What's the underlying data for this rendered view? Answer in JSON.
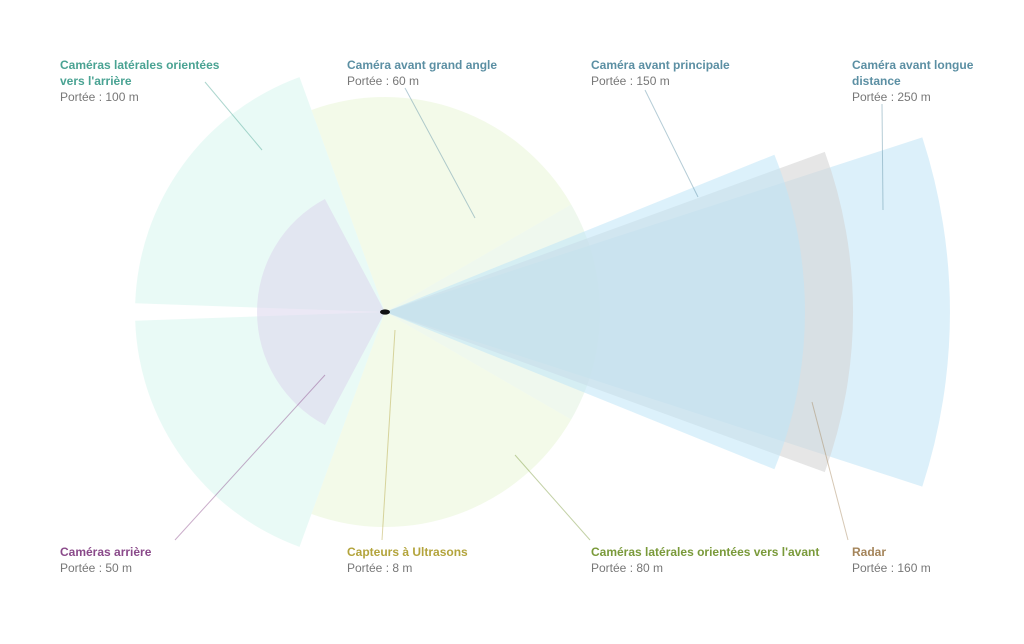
{
  "sensors": [
    {
      "id": "side-rear",
      "title": "Caméras latérales orientées vers l'arrière",
      "range_label": "Portée : 100 m",
      "range_m": 100,
      "color": "#4aa393",
      "fill": "#d7f6ee"
    },
    {
      "id": "wide",
      "title": "Caméra avant grand angle",
      "range_label": "Portée : 60 m",
      "range_m": 60,
      "color": "#5b8fa3",
      "fill": "#c9e8c6"
    },
    {
      "id": "main",
      "title": "Caméra avant principale",
      "range_label": "Portée : 150 m",
      "range_m": 150,
      "color": "#5b8fa3",
      "fill": "#bfe6f7"
    },
    {
      "id": "long",
      "title": "Caméra avant longue distance",
      "range_label": "Portée : 250 m",
      "range_m": 250,
      "color": "#5b8fa3",
      "fill": "#bfe3f6"
    },
    {
      "id": "rear",
      "title": "Caméras arrière",
      "range_label": "Portée : 50 m",
      "range_m": 50,
      "color": "#8a4a8a",
      "fill": "#ddd9ee"
    },
    {
      "id": "ultra",
      "title": "Capteurs à Ultrasons",
      "range_label": "Portée : 8 m",
      "range_m": 8,
      "color": "#b3a43c",
      "fill": "#f2ecb0"
    },
    {
      "id": "side-front",
      "title": "Caméras latérales orientées vers l'avant",
      "range_label": "Portée : 80 m",
      "range_m": 80,
      "color": "#7a9a3a",
      "fill": "#e4f3cf"
    },
    {
      "id": "radar",
      "title": "Radar",
      "range_label": "Portée : 160 m",
      "range_m": 160,
      "color": "#a4845a",
      "fill": "#d6d6d6"
    }
  ]
}
